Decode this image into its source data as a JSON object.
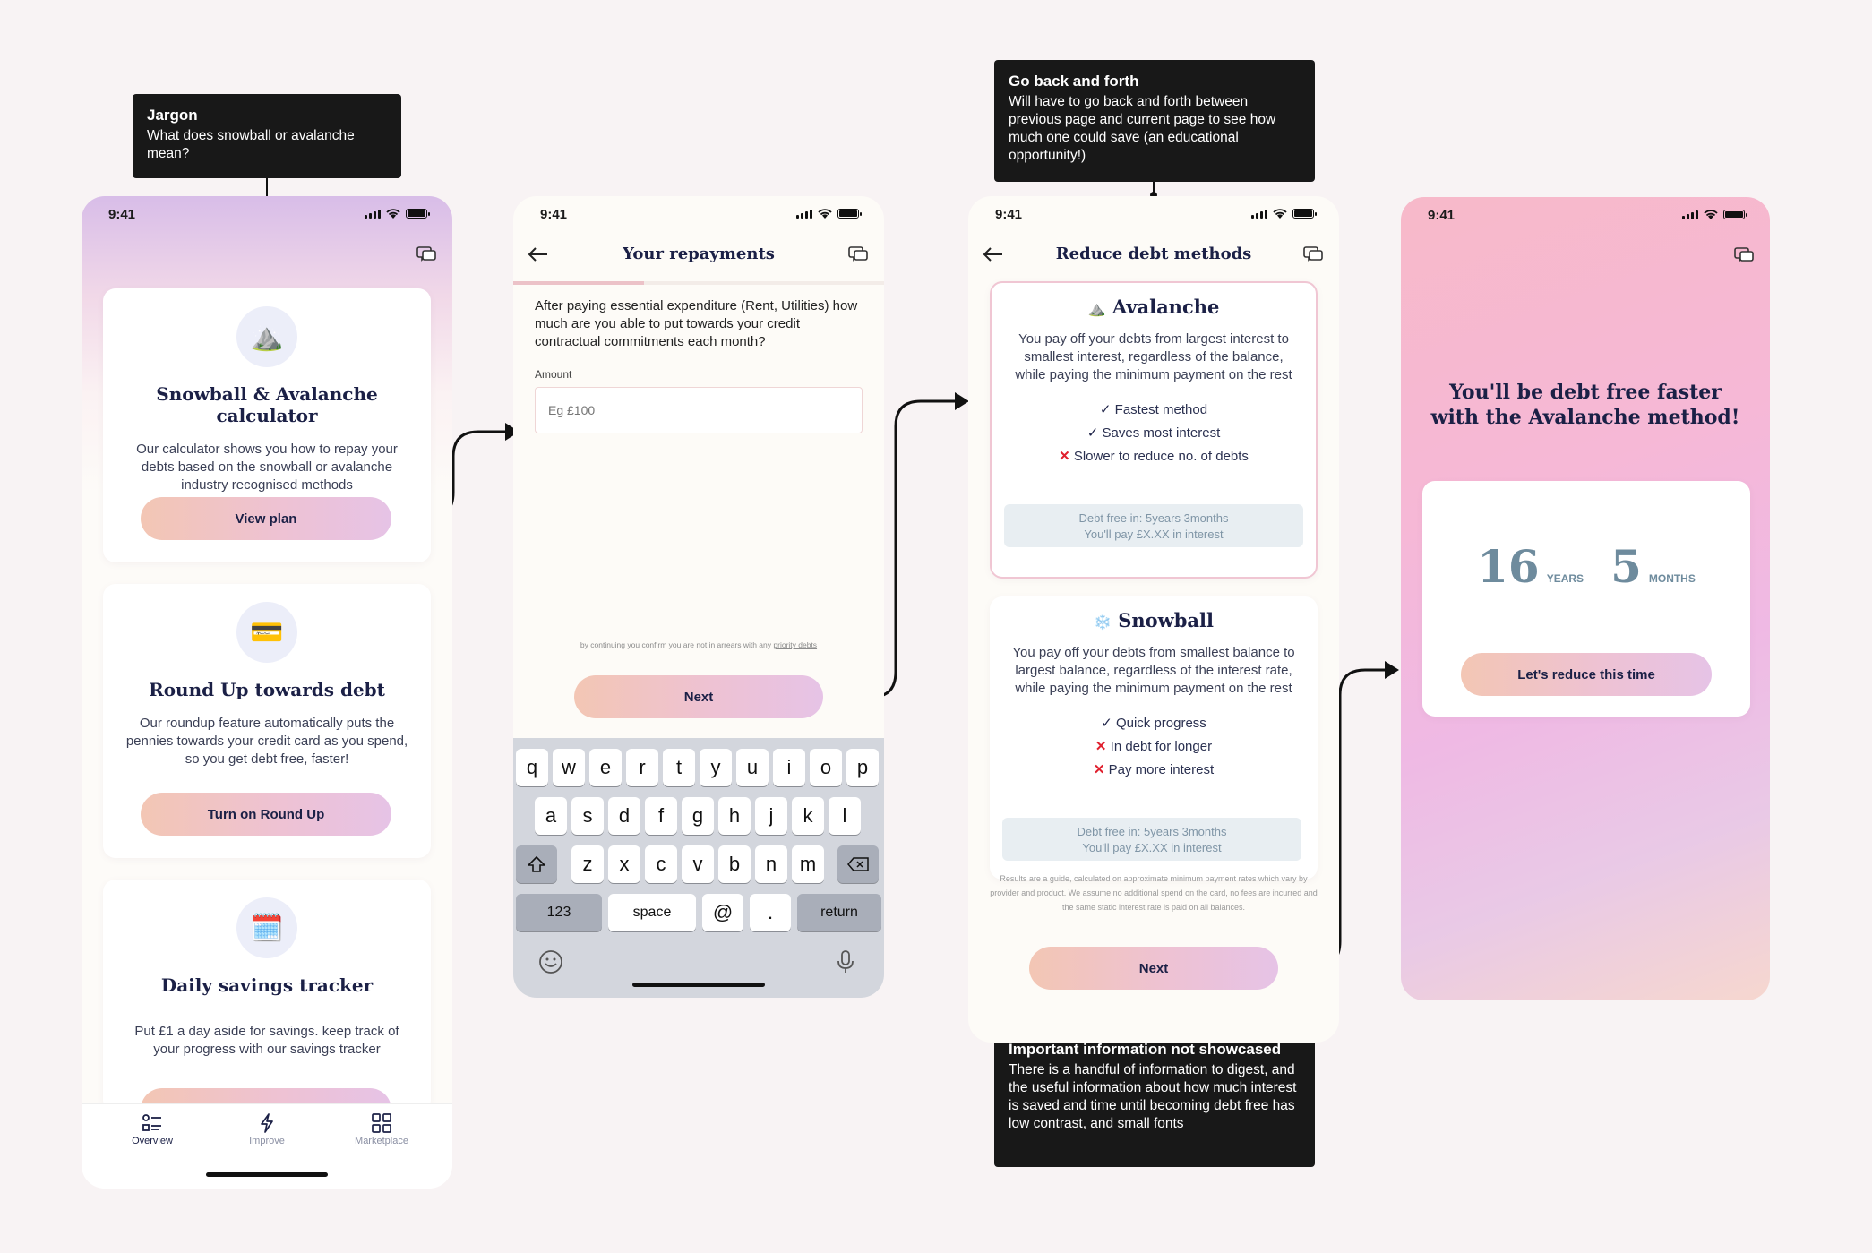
{
  "status": {
    "time": "9:41"
  },
  "annotations": {
    "jargon": {
      "title": "Jargon",
      "body": "What does snowball or avalanche mean?"
    },
    "back_forth": {
      "title": "Go back and forth",
      "body": "Will have to go back and forth between previous page and current page to see how much one could save (an educational opportunity!)"
    },
    "important": {
      "title": "Important information not showcased",
      "body": "There is a handful of information to digest, and the useful information about how much interest is saved and time until becoming debt free has low contrast, and small fonts"
    }
  },
  "screen1": {
    "cards": [
      {
        "icon": "mountain-icon",
        "emoji": "⛰️",
        "title": "Snowball & Avalanche calculator",
        "desc": "Our calculator shows you how to repay your debts based on the snowball or avalanche industry recognised methods",
        "button": "View plan"
      },
      {
        "icon": "credit-card-icon",
        "emoji": "💳",
        "title": "Round Up towards debt",
        "desc": "Our roundup feature automatically puts the pennies towards your credit card as you spend, so you get debt free, faster!",
        "button": "Turn on Round Up"
      },
      {
        "icon": "notepad-icon",
        "emoji": "🗓️",
        "title": "Daily savings tracker",
        "desc": "Put £1 a day aside for savings. keep track of your progress with our savings tracker",
        "button": ""
      }
    ],
    "nav": [
      {
        "label": "Overview",
        "icon": "overview-icon"
      },
      {
        "label": "Improve",
        "icon": "lightning-icon"
      },
      {
        "label": "Marketplace",
        "icon": "grid-icon"
      }
    ]
  },
  "screen2": {
    "title": "Your repayments",
    "question": "After paying essential expenditure (Rent, Utilities) how much are you able to put towards your credit contractual commitments each month?",
    "amount_label": "Amount",
    "amount_placeholder": "Eg £100",
    "disclaimer_prefix": "by continuing you confirm you are not in arrears with any",
    "disclaimer_link": "priority debts",
    "next": "Next",
    "keyboard": {
      "row1": [
        "q",
        "w",
        "e",
        "r",
        "t",
        "y",
        "u",
        "i",
        "o",
        "p"
      ],
      "row2": [
        "a",
        "s",
        "d",
        "f",
        "g",
        "h",
        "j",
        "k",
        "l"
      ],
      "row3": [
        "z",
        "x",
        "c",
        "v",
        "b",
        "n",
        "m"
      ],
      "numbers": "123",
      "space": "space",
      "at": "@",
      "dot": ".",
      "return": "return"
    }
  },
  "screen3": {
    "title": "Reduce debt methods",
    "avalanche": {
      "emoji": "⛰️",
      "title": "Avalanche",
      "desc": "You pay off your debts from largest interest to smallest interest, regardless of the balance, while paying the minimum payment on the rest",
      "points": [
        {
          "mark": "✓",
          "text": "Fastest method",
          "good": true
        },
        {
          "mark": "✓",
          "text": "Saves most interest",
          "good": true
        },
        {
          "mark": "✕",
          "text": "Slower to reduce no. of debts",
          "good": false
        }
      ],
      "info1": "Debt free in: 5years 3months",
      "info2": "You'll pay £X.XX in interest"
    },
    "snowball": {
      "emoji": "❄️",
      "title": "Snowball",
      "desc": "You pay off your debts from smallest balance to largest balance, regardless of the interest rate, while paying the minimum payment on the rest",
      "points": [
        {
          "mark": "✓",
          "text": "Quick progress",
          "good": true
        },
        {
          "mark": "✕",
          "text": "In debt for longer",
          "good": false
        },
        {
          "mark": "✕",
          "text": "Pay more interest",
          "good": false
        }
      ],
      "info1": "Debt free in: 5years 3months",
      "info2": "You'll pay £X.XX in interest"
    },
    "footnote": "Results are a guide, calculated on approximate minimum payment rates which vary by provider and product. We assume no additional spend on the card, no fees are incurred and the same static interest rate is paid on all balances.",
    "next": "Next"
  },
  "screen4": {
    "headline1": "You'll be debt free faster",
    "headline2": "with the Avalanche method!",
    "years_value": "16",
    "years_label": "YEARS",
    "months_value": "5",
    "months_label": "MONTHS",
    "button": "Let's reduce this time"
  },
  "colors": {
    "accent_text": "#1b2046",
    "cross": "#e0202e",
    "info_text": "#7f95a6",
    "big_number": "#6e8b9d"
  }
}
